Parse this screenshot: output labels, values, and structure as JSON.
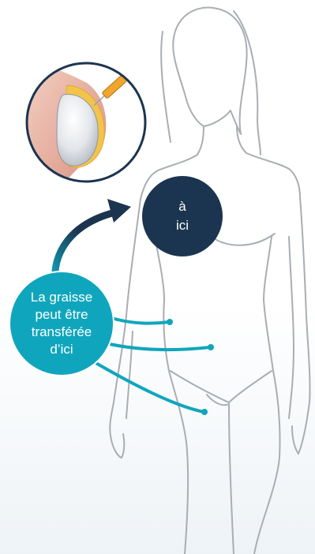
{
  "target": {
    "line1": "à",
    "line2": "ici"
  },
  "source": {
    "line1": "La graisse",
    "line2": "peut être",
    "line3": "transférée",
    "line4": "d’ici"
  },
  "colors": {
    "navy": "#1b3550",
    "teal": "#0fa6bd",
    "outline": "#a9aeb3",
    "implant_border": "#1b3550"
  },
  "icons": [
    "body-outline",
    "breast-implant-inset",
    "syringe-icon",
    "arrow-icon"
  ]
}
